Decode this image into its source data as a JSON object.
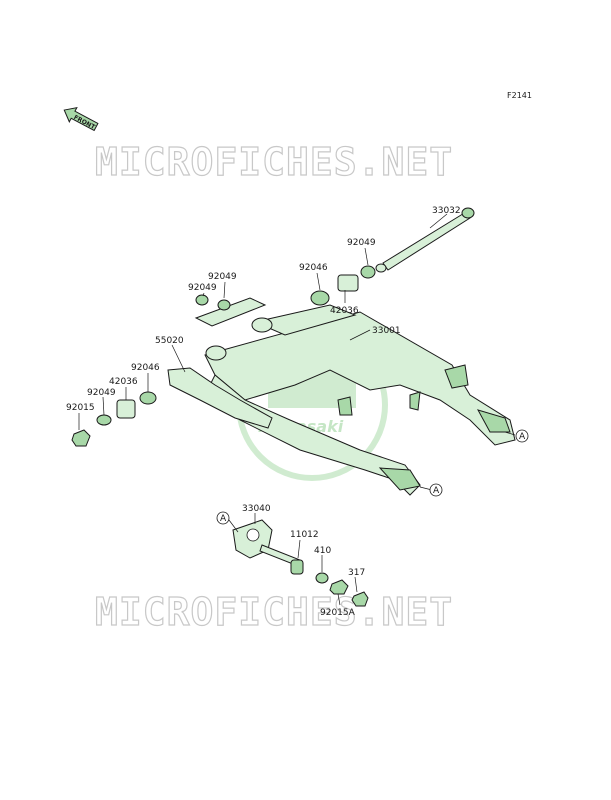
{
  "figure_code": "F2141",
  "front_badge": "FRONT",
  "watermark": "MICROFICHES.NET",
  "logo_text": "Kawasaki",
  "ref_marker": "A",
  "parts": {
    "p33032": "33032",
    "p92049_top": "92049",
    "p92046_top": "92046",
    "p42036_top": "42036",
    "p92049_a": "92049",
    "p92049_b": "92049",
    "p33001": "33001",
    "p55020": "55020",
    "p92046_left": "92046",
    "p42036_left": "42036",
    "p92049_left": "92049",
    "p92015": "92015",
    "p33040": "33040",
    "p11012": "11012",
    "p410": "410",
    "p317": "317",
    "p92015A": "92015A"
  }
}
